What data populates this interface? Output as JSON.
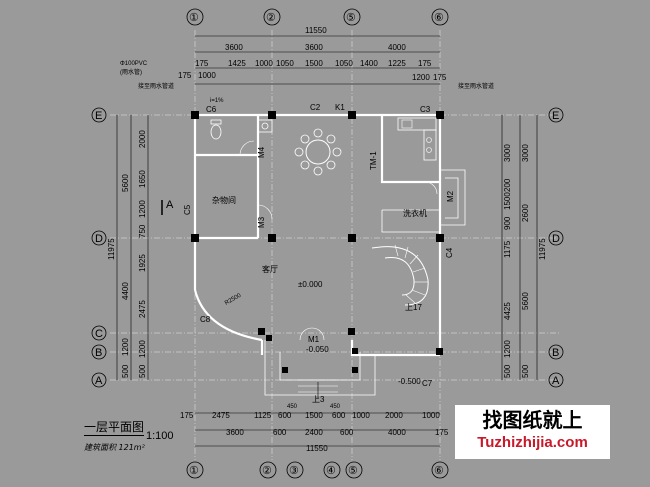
{
  "axes_top": [
    "①",
    "②",
    "⑤",
    "⑥"
  ],
  "axes_bottom": [
    "①",
    "②",
    "③",
    "④",
    "⑤",
    "⑥"
  ],
  "axes_left": [
    "E",
    "D",
    "C",
    "B",
    "A"
  ],
  "axes_right": [
    "E",
    "D",
    "B",
    "A"
  ],
  "dims_top_total": "11550",
  "dims_top_1": [
    "3600",
    "3600",
    "4000"
  ],
  "dims_top_2": [
    "175",
    "1425",
    "1000",
    "1050",
    "1500",
    "1050",
    "1400",
    "1225",
    "175"
  ],
  "dims_top_3": [
    "175",
    "1000",
    "1200",
    "175"
  ],
  "dims_bottom_1": [
    "175",
    "2475",
    "1125",
    "600",
    "1500",
    "600",
    "1000",
    "2000",
    "1000"
  ],
  "dims_bottom_1b": [
    "450",
    "450"
  ],
  "dims_bottom_2": [
    "3600",
    "600",
    "2400",
    "600",
    "4000",
    "175"
  ],
  "dims_bottom_total": "11550",
  "dims_left_outer": "11975",
  "dims_left_2": [
    "5600",
    "4400",
    "1200",
    "500"
  ],
  "dims_left_3": [
    "2000",
    "1650",
    "1200",
    "750",
    "1925",
    "2475",
    "1200",
    "500"
  ],
  "dims_right_outer": "11975",
  "dims_right_2": [
    "3000",
    "2600",
    "5600",
    "500"
  ],
  "dims_right_3": [
    "3000",
    "200",
    "1500",
    "900",
    "1175",
    "4425",
    "1200",
    "500"
  ],
  "rooms": {
    "storage": "杂物间",
    "living": "客厅",
    "kitchen_equip": "洗衣机",
    "level_main": "±0.000",
    "level_porch": "-0.050",
    "level_outer": "-0.500",
    "stair_label": "上17",
    "steps_label": "上3",
    "radius": "R2500"
  },
  "openings": {
    "c2": "C2",
    "k1": "K1",
    "c6": "C6",
    "c3": "C3",
    "m4": "M4",
    "tm1": "TM-1",
    "m2": "M2",
    "c5": "C5",
    "m3": "M3",
    "c4": "C4",
    "c8": "C8",
    "m1": "M1",
    "c7": "C7"
  },
  "notes": {
    "pipe": "Φ100PVC",
    "pipe2": "(雨水管)",
    "drain_left": "接至雨水管道",
    "drain_right": "接至雨水管道",
    "slope": "i=1%"
  },
  "section_mark": "A",
  "title": "一层平面图",
  "scale": "1:100",
  "area": "建筑面积 121m²",
  "logo_cn": "找图纸就上",
  "logo_en": "Tuzhizhijia.com"
}
